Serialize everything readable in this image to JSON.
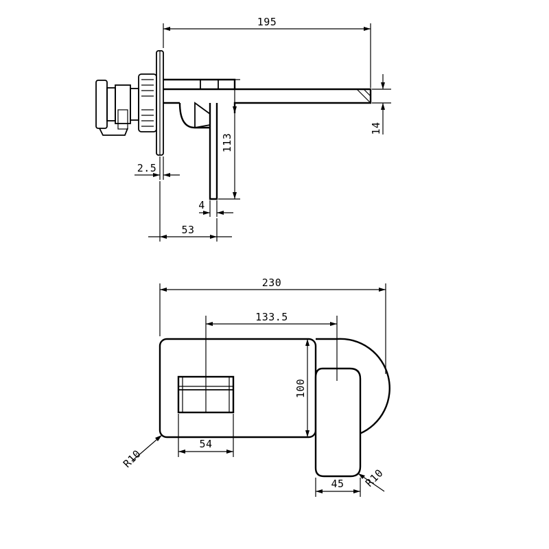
{
  "side_view": {
    "dim_overall_projection": "195",
    "dim_spout_thickness": "14",
    "dim_height": "113",
    "dim_plate_thickness": "2.5",
    "dim_lever_thickness": "4",
    "dim_body_depth": "53"
  },
  "front_view": {
    "dim_overall_width": "230",
    "dim_centers": "133.5",
    "dim_plate_height": "100",
    "dim_knob_width": "54",
    "dim_lever_width": "45",
    "radius_plate_corner": "R10",
    "radius_lever_corner": "R10"
  }
}
